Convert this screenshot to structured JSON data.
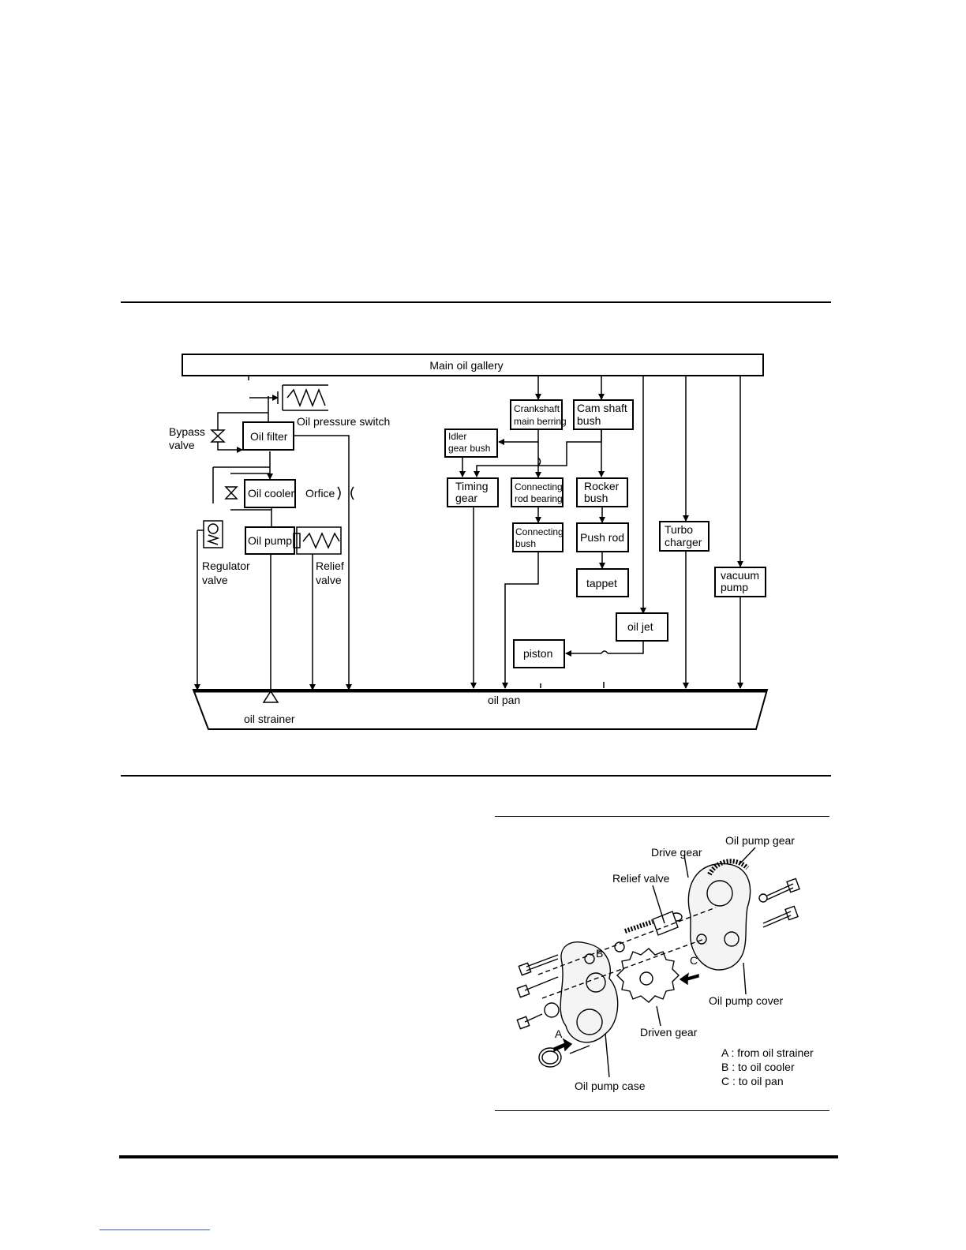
{
  "flow_diagram": {
    "main_gallery": "Main oil gallery",
    "oil_pressure_switch": "Oil pressure switch",
    "bypass_valve": [
      "Bypass",
      "valve"
    ],
    "oil_filter": "Oil filter",
    "oil_cooler": "Oil cooler",
    "orifice": "Orfice",
    "oil_pump": "Oil pump",
    "regulator_valve": [
      "Regulator",
      "valve"
    ],
    "relief_valve": [
      "Relief",
      "valve"
    ],
    "oil_strainer": "oil strainer",
    "oil_pan": "oil pan",
    "crankshaft_main_bearing": [
      "Crankshaft",
      "main berring"
    ],
    "camshaft_bush": [
      "Cam shaft",
      "bush"
    ],
    "idler_gear_bush": [
      "Idler",
      "gear bush"
    ],
    "timing_gear": [
      "Timing",
      "gear"
    ],
    "connecting_rod_bearing": [
      "Connecting",
      "rod bearing"
    ],
    "rocker_bush": [
      "Rocker",
      "bush"
    ],
    "connecting_bush": [
      "Connecting",
      "bush"
    ],
    "push_rod": "Push rod",
    "tappet": "tappet",
    "turbo_charger": [
      "Turbo",
      "charger"
    ],
    "vacuum_pump": [
      "vacuum",
      "pump"
    ],
    "oil_jet": "oil jet",
    "piston": "piston"
  },
  "pump_illustration": {
    "oil_pump_gear": "Oil pump gear",
    "drive_gear": "Drive gear",
    "relief_valve": "Relief valve",
    "oil_pump_cover": "Oil pump cover",
    "driven_gear": "Driven gear",
    "oil_pump_case": "Oil pump case",
    "marker_a": "A",
    "marker_b": "B",
    "marker_c": "C",
    "legend": [
      "A : from oil strainer",
      "B : to oil cooler",
      "C : to oil pan"
    ]
  }
}
